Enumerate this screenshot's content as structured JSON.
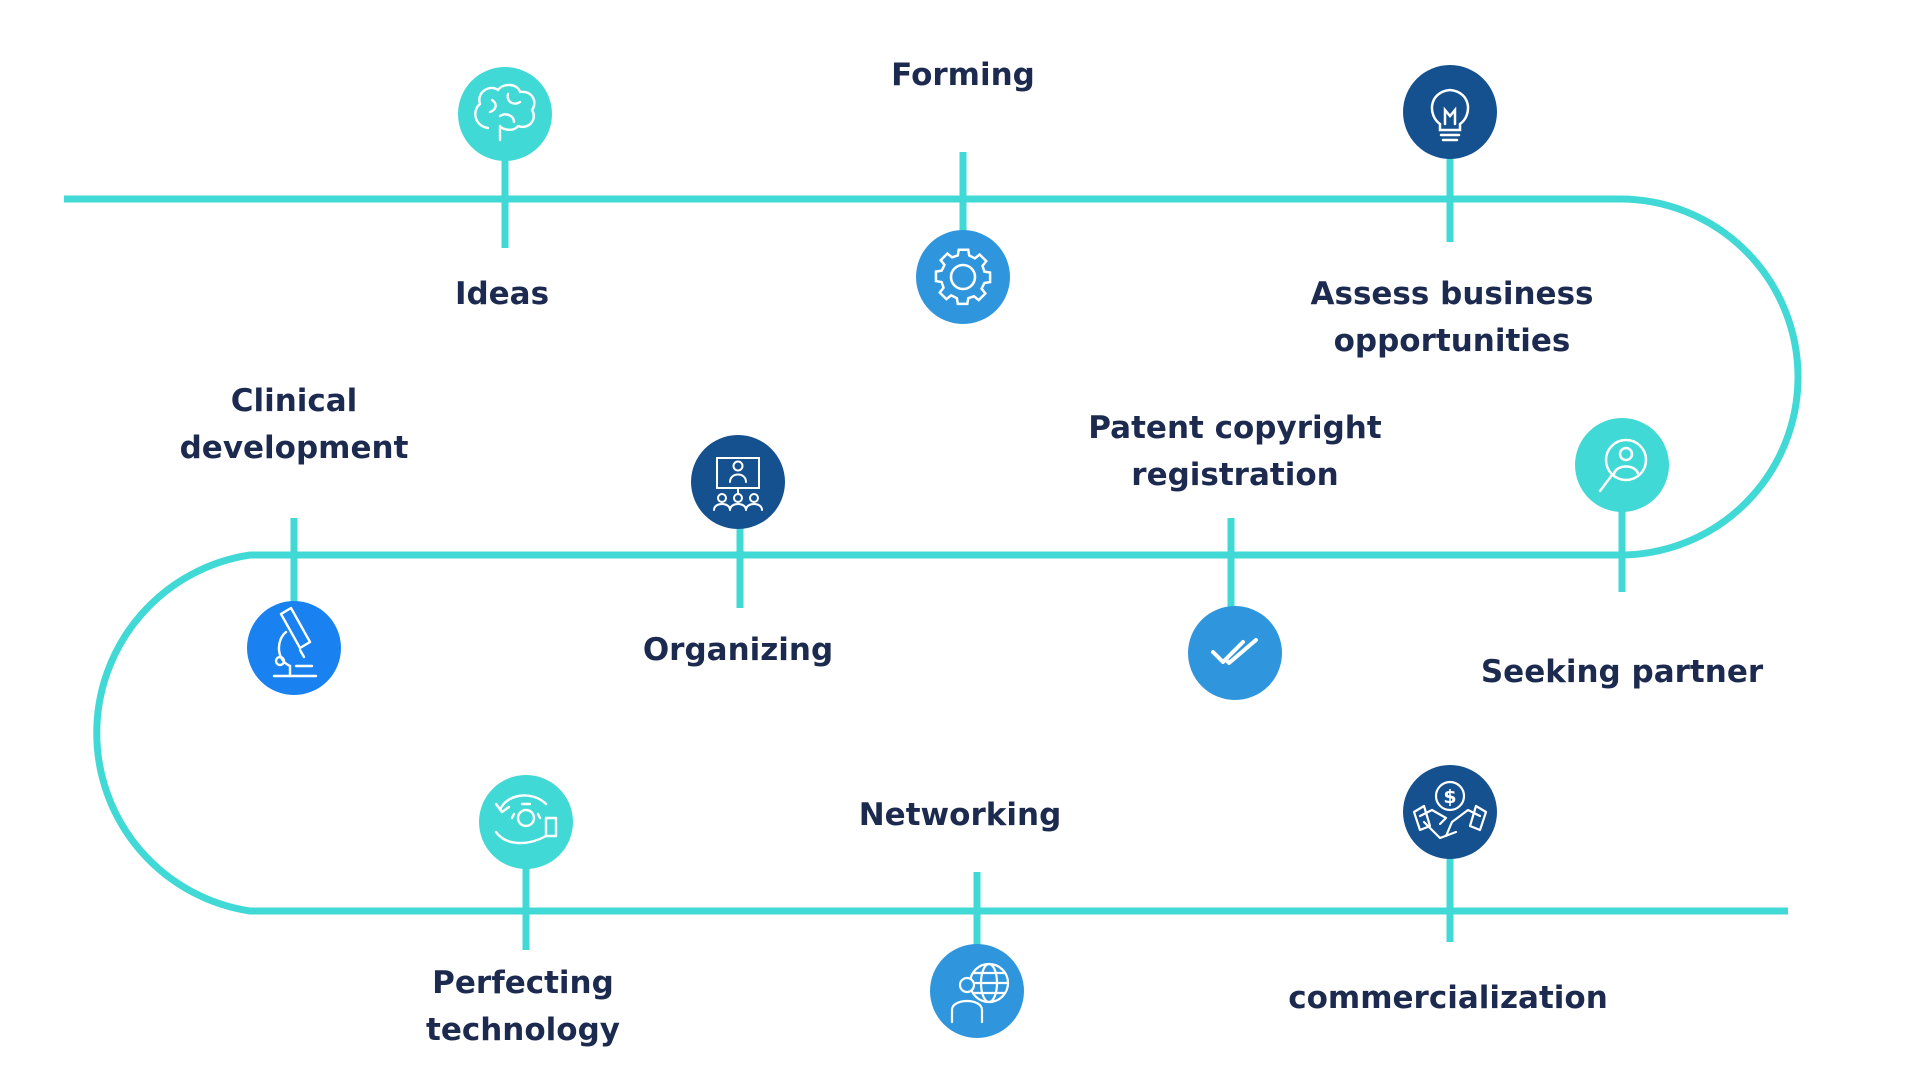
{
  "colors": {
    "path": "#40d9d6",
    "text": "#1b2a4e",
    "teal": "#40d9d6",
    "blue": "#2f96de",
    "navy": "#15508f",
    "bright": "#1a82f0"
  },
  "stages": [
    {
      "id": "ideas",
      "label": "Ideas",
      "icon": "brain-icon",
      "color": "teal"
    },
    {
      "id": "forming",
      "label": "Forming",
      "icon": "gear-icon",
      "color": "blue"
    },
    {
      "id": "assess",
      "label": "Assess business opportunities",
      "icon": "lightbulb-icon",
      "color": "navy"
    },
    {
      "id": "seeking",
      "label": "Seeking partner",
      "icon": "magnifier-person-icon",
      "color": "teal"
    },
    {
      "id": "patent",
      "label": "Patent copyright registration",
      "icon": "double-check-icon",
      "color": "blue"
    },
    {
      "id": "organizing",
      "label": "Organizing",
      "icon": "presentation-team-icon",
      "color": "navy"
    },
    {
      "id": "clinical",
      "label": "Clinical development",
      "icon": "microscope-icon",
      "color": "bright"
    },
    {
      "id": "perfecting",
      "label": "Perfecting technology",
      "icon": "hand-gear-icon",
      "color": "teal"
    },
    {
      "id": "networking",
      "label": "Networking",
      "icon": "globe-person-icon",
      "color": "blue"
    },
    {
      "id": "commercialization",
      "label": "commercialization",
      "icon": "handshake-dollar-icon",
      "color": "navy"
    }
  ]
}
